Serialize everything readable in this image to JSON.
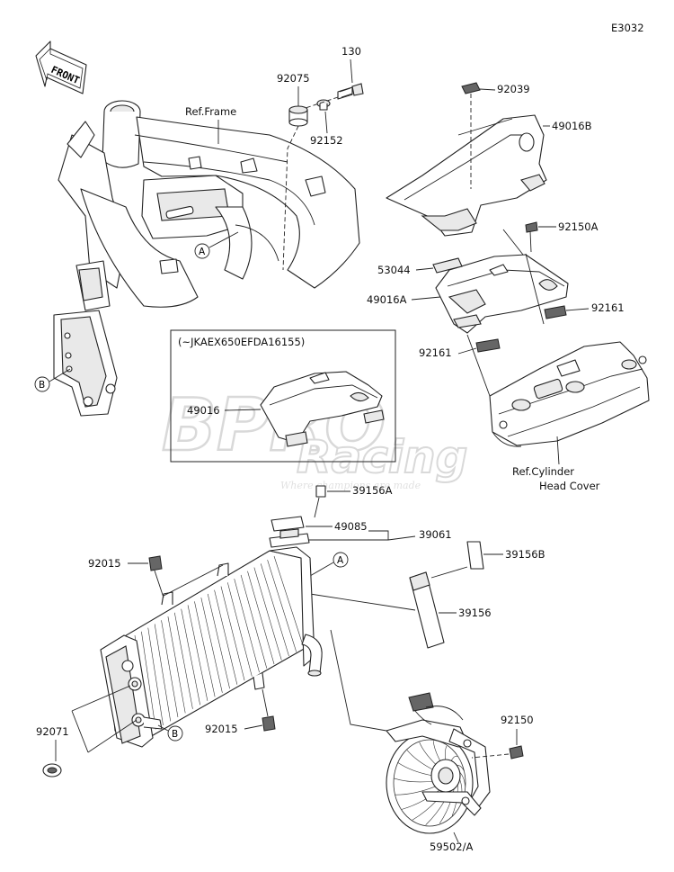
{
  "diagram_code": "E3032",
  "front_label": "FRONT",
  "frame_ref": "Ref.Frame",
  "cylinder_ref_line1": "Ref.Cylinder",
  "cylinder_ref_line2": "Head Cover",
  "inset_label": "(~JKAEX650EFDA16155)",
  "markers": {
    "a": "A",
    "b": "B"
  },
  "watermark": {
    "main": "BPRO",
    "sub": "Racing",
    "tagline": "Where champions are made"
  },
  "parts": {
    "p130": "130",
    "p92075": "92075",
    "p92152": "92152",
    "p92039": "92039",
    "p49016B": "49016B",
    "p92150A": "92150A",
    "p53044": "53044",
    "p49016A": "49016A",
    "p92161a": "92161",
    "p92161b": "92161",
    "p49016": "49016",
    "p39156A": "39156A",
    "p49085": "49085",
    "p39061": "39061",
    "p92015a": "92015",
    "p39156B": "39156B",
    "p39156": "39156",
    "p92071": "92071",
    "p92015b": "92015",
    "p92150": "92150",
    "p59502A": "59502/A"
  }
}
